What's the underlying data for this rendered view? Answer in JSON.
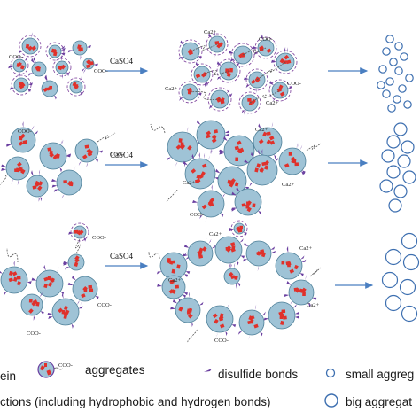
{
  "rows": [
    {
      "id": "row-1",
      "arrow_label": "CaSO4"
    },
    {
      "id": "row-2",
      "arrow_label": "CaSO4"
    },
    {
      "id": "row-3",
      "arrow_label": "CaSO4"
    }
  ],
  "ions": {
    "calcium": "Ca2+",
    "carboxylate": "COO-"
  },
  "legend": {
    "protein_partial": "ein",
    "aggregates": "aggregates",
    "disulfide": "disulfide bonds",
    "small_aggregates": "small aggreg",
    "interactions": "ctions (including hydrophobic and hydrogen bonds)",
    "big_aggregates": "big aggregat"
  },
  "colors": {
    "arrow": "#4a7fc1",
    "particle_fill": "#9fc3d6",
    "particle_core": "#e0312b",
    "disulfide": "#6a3fa0",
    "chain": "#555555",
    "aggregate_ring": "#3d6fb0"
  }
}
